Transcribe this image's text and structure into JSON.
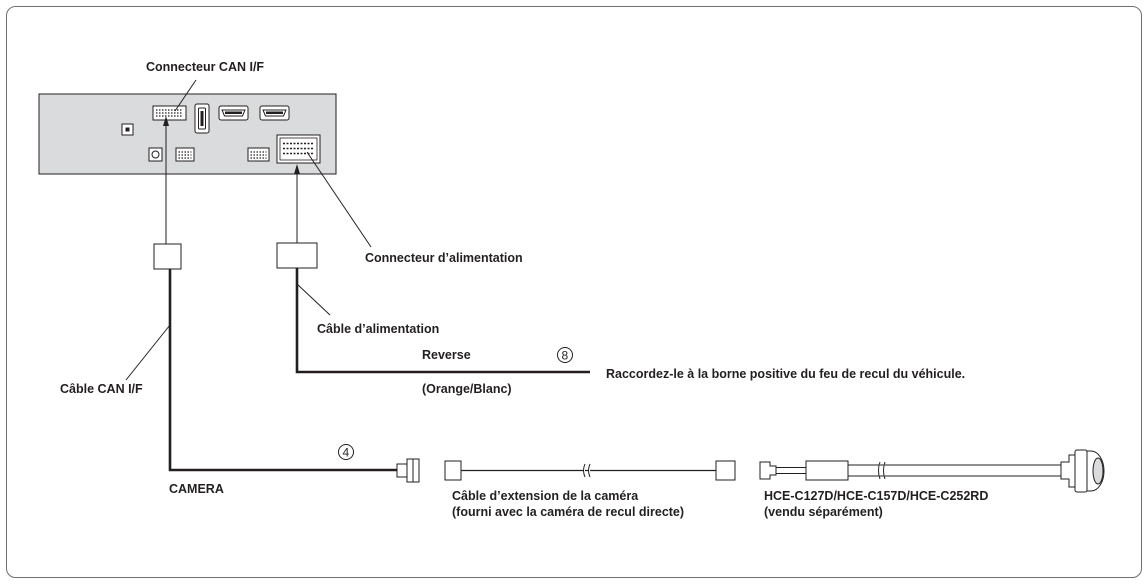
{
  "labels": {
    "can_connector": "Connecteur CAN I/F",
    "power_connector": "Connecteur d’alimentation",
    "power_cable": "Câble d’alimentation",
    "reverse": "Reverse",
    "reverse_color": "(Orange/Blanc)",
    "reverse_instruction": "Raccordez-le à la borne positive du feu de recul du véhicule.",
    "can_cable": "Câble CAN I/F",
    "camera": "CAMERA",
    "ext_cable_line1": "Câble d’extension de la caméra",
    "ext_cable_line2": "(fourni avec la caméra de recul directe)",
    "camera_model_line1": "HCE-C127D/HCE-C157D/HCE-C252RD",
    "camera_model_line2": "(vendu séparément)"
  },
  "callouts": {
    "camera_num": "④",
    "reverse_num": "⑧"
  },
  "colors": {
    "unit_fill": "#d9dbdc",
    "line": "#231f20",
    "frame": "#6d6e71"
  }
}
